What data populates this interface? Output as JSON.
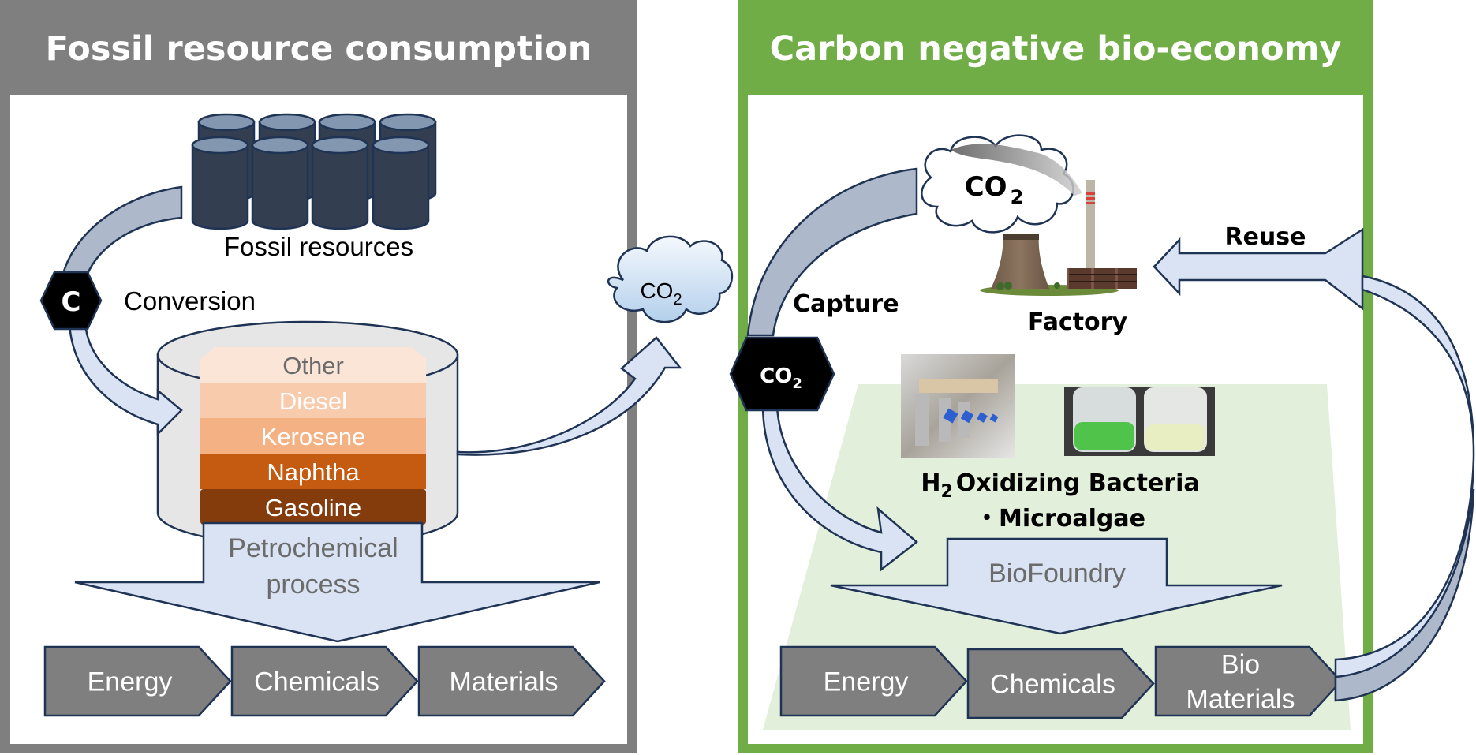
{
  "left_panel": {
    "title": "Fossil resource consumption",
    "fossil_label": "Fossil resources",
    "conversion_hex": "C",
    "conversion_label": "Conversion",
    "layers": [
      {
        "label": "Other",
        "color": "#fbe5d6",
        "text_color": "#6b6b6b"
      },
      {
        "label": "Diesel",
        "color": "#f8cbad",
        "text_color": "#ffffff"
      },
      {
        "label": "Kerosene",
        "color": "#f4b183",
        "text_color": "#ffffff"
      },
      {
        "label": "Naphtha",
        "color": "#c55a11",
        "text_color": "#ffffff"
      },
      {
        "label": "Gasoline",
        "color": "#843c0c",
        "text_color": "#ffffff"
      }
    ],
    "process_line1": "Petrochemical",
    "process_line2": "process",
    "products": [
      "Energy",
      "Chemicals",
      "Materials"
    ],
    "emission_cloud": {
      "main": "CO",
      "sub": "2"
    },
    "colors": {
      "frame": "#7f7f7f"
    }
  },
  "right_panel": {
    "title": "Carbon negative bio-economy",
    "factory_cloud": {
      "main": "CO",
      "sub": "2"
    },
    "factory_label": "Factory",
    "capture_label": "Capture",
    "reuse_label": "Reuse",
    "co2_hex": {
      "main": "CO",
      "sub": "2"
    },
    "organisms_line1_main": "H",
    "organisms_line1_sub": "2",
    "organisms_line1_rest": "Oxidizing Bacteria",
    "organisms_line2": "・Microalgae",
    "process_label": "BioFoundry",
    "products": [
      "Energy",
      "Chemicals",
      "Bio",
      "Materials"
    ],
    "photos": [
      "bioreactor-photo",
      "microalgae-culture-photo"
    ],
    "colors": {
      "frame": "#70ad47",
      "zone": "#e2efda"
    }
  }
}
